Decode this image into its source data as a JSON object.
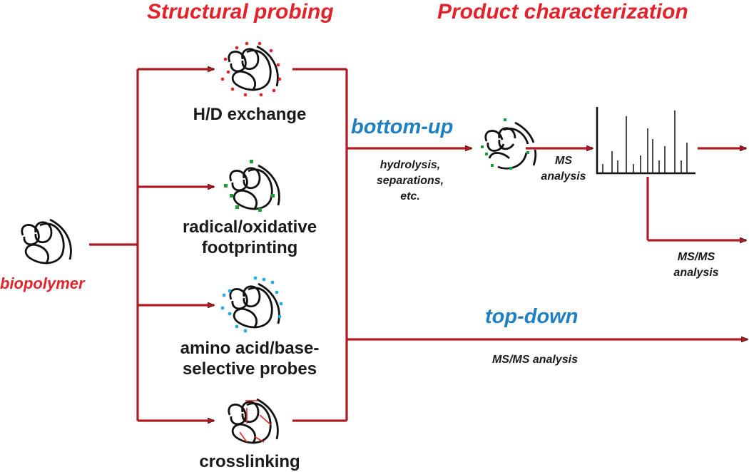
{
  "headings": {
    "structural": "Structural probing",
    "product": "Product characterization"
  },
  "start_label": "biopolymer",
  "probes": [
    {
      "line1": "H/D exchange",
      "line2": ""
    },
    {
      "line1": "radical/oxidative",
      "line2": "footprinting"
    },
    {
      "line1": "amino acid/base-",
      "line2": "selective probes"
    },
    {
      "line1": "crosslinking",
      "line2": ""
    }
  ],
  "routes": {
    "bottom_up": "bottom-up",
    "top_down": "top-down"
  },
  "notes": {
    "digest_1": "hydrolysis,",
    "digest_2": "separations,",
    "digest_3": "etc.",
    "ms_1": "MS",
    "ms_2": "analysis",
    "msms_1": "MS/MS",
    "msms_2": "analysis",
    "topdown_ms": "MS/MS analysis"
  },
  "colors": {
    "arrow": "#b01b24",
    "arrow_outline": "#3a0a0c",
    "heading": "#e3232b",
    "route": "#1f7fc2",
    "label_dot_hd": "#e3232b",
    "label_dot_radical": "#1f9a3c",
    "label_dot_probe": "#2aa7dc",
    "crosslink": "#e3232b"
  }
}
